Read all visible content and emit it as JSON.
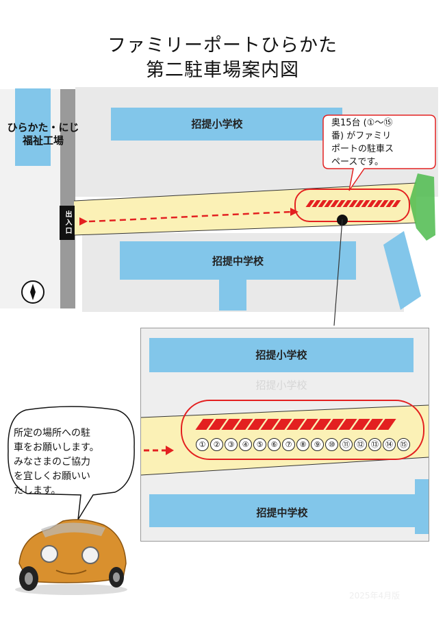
{
  "title": {
    "line1": "ファミリーポートひらかた",
    "line2": "第二駐車場案内図"
  },
  "map": {
    "elementary_school": "招提小学校",
    "middle_school": "招提中学校",
    "facility": {
      "line1": "ひらかた・にじ",
      "line2": "福祉工場"
    },
    "entrance": "出入口",
    "callout": {
      "lines": [
        "奥15台 (①～⑮",
        "番) がファミリ",
        "ポートの駐車ス",
        "ペースです。"
      ]
    }
  },
  "inset": {
    "elementary_school": "招提小学校",
    "elementary_school_faded": "招提小学校",
    "middle_school": "招提中学校",
    "spaces": [
      "①",
      "②",
      "③",
      "④",
      "⑤",
      "⑥",
      "⑦",
      "⑧",
      "⑨",
      "⑩",
      "⑪",
      "⑫",
      "⑬",
      "⑭",
      "⑮"
    ]
  },
  "notice": {
    "lines": [
      "所定の場所への駐",
      "車をお願いします。",
      "みなさまのご協力",
      "を宜しくお願いい",
      "たします。"
    ]
  },
  "footer": {
    "edition": "2025年4月版"
  },
  "colors": {
    "building": "#82c6ea",
    "road": "#fbf1b6",
    "parking": "#e32020",
    "greenery": "#4dbb4d",
    "car": "#d9902e"
  },
  "icons": {
    "compass": "compass-icon",
    "car": "car-illustration"
  }
}
